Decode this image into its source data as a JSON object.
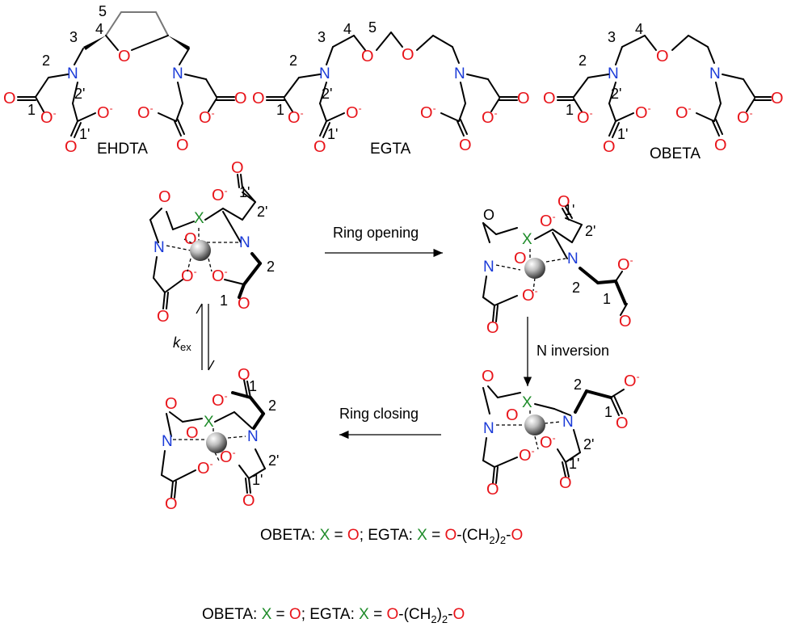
{
  "ligands": [
    {
      "name": "EHDTA"
    },
    {
      "name": "EGTA"
    },
    {
      "name": "OBETA"
    }
  ],
  "arrows": {
    "ring_opening": "Ring opening",
    "n_inversion": "N inversion",
    "ring_closing": "Ring closing",
    "kex_main": "k",
    "kex_sub": "ex"
  },
  "legend": {
    "obeta_prefix": "OBETA: ",
    "x1": "X",
    "eq1": " = ",
    "o1": "O",
    "sep": "; EGTA: ",
    "x2": "X",
    "eq2": " = ",
    "o2": "O",
    "chain_a": "-(CH",
    "chain_sub": "2",
    "chain_b": ")",
    "chain_sub2": "2",
    "chain_c": "-",
    "o3": "O"
  },
  "atom_colors": {
    "O": "#e8141a",
    "N": "#1b3bd8",
    "X": "#1f8c2a"
  }
}
